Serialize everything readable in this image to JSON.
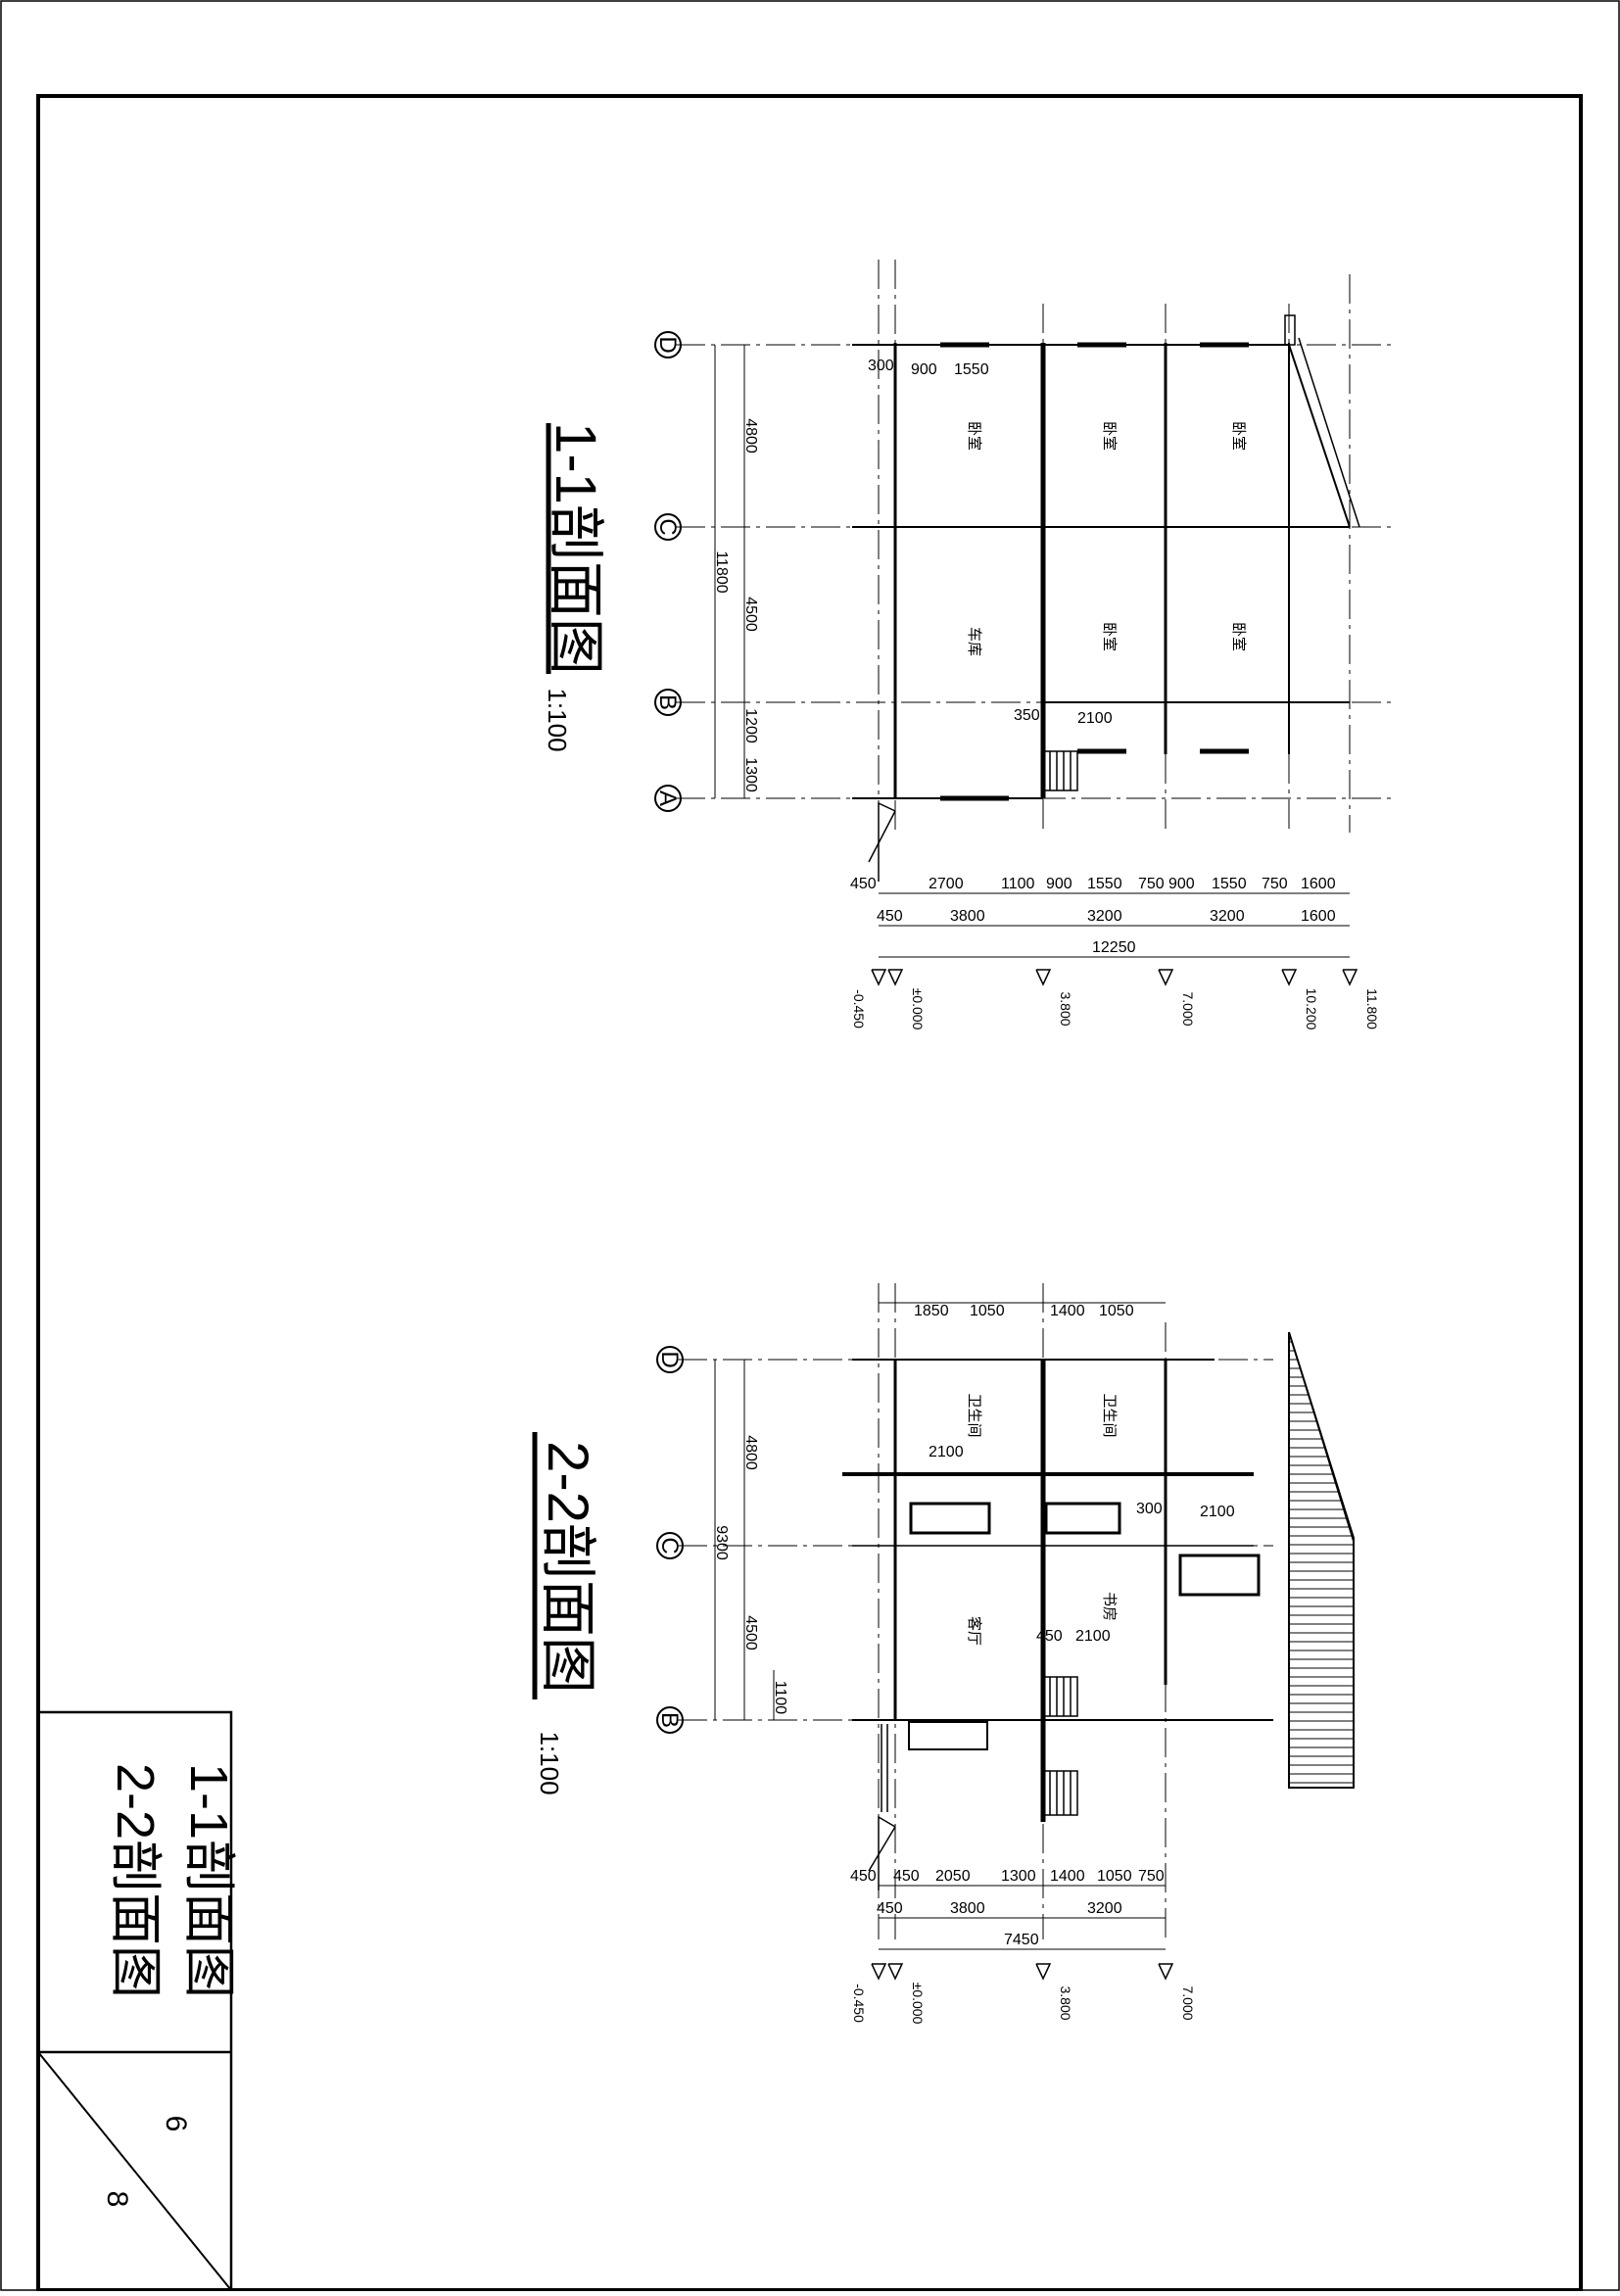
{
  "section1": {
    "title": "1-1剖面图",
    "scale": "1:100",
    "axes": [
      "D",
      "C",
      "B",
      "A"
    ],
    "overall_span": "11800",
    "span_dims": [
      "4800",
      "4500",
      "1200",
      "1300"
    ],
    "detail_dims": {
      "d300": "300",
      "d900": "900",
      "d1550": "1550",
      "d350": "350",
      "d2100": "2100"
    },
    "height_row1": [
      "450",
      "2700",
      "1100",
      "900",
      "1550",
      "750",
      "900",
      "1550",
      "750",
      "1600"
    ],
    "height_row2": [
      "450",
      "3800",
      "3200",
      "3200",
      "1600"
    ],
    "total_height": "12250",
    "elevations": [
      "-0.450",
      "±0.000",
      "3.800",
      "7.000",
      "10.200",
      "11.800"
    ],
    "rooms": [
      "卧室",
      "卧室",
      "卧室",
      "车库",
      "卧室",
      "卧室"
    ]
  },
  "section2": {
    "title": "2-2剖面图",
    "scale": "1:100",
    "axes": [
      "D",
      "C",
      "B"
    ],
    "overall_span": "9300",
    "span_dims": [
      "4800",
      "4500",
      "1100"
    ],
    "top_dims": [
      "1850",
      "1050",
      "1400",
      "1050"
    ],
    "detail_dims": {
      "d2100a": "2100",
      "d300": "300",
      "d2100b": "2100",
      "d450": "450",
      "d2100c": "2100"
    },
    "height_row1": [
      "450",
      "450",
      "2050",
      "1300",
      "1400",
      "1050",
      "750"
    ],
    "height_row2": [
      "450",
      "3800",
      "3200"
    ],
    "total_height": "7450",
    "elevations": [
      "-0.450",
      "±0.000",
      "3.800",
      "7.000"
    ],
    "rooms": [
      "卫生间",
      "卫生间",
      "客厅",
      "书房"
    ]
  },
  "title_block": {
    "name_line1": "1-1剖面图",
    "name_line2": "2-2剖面图",
    "sheet_no": "6",
    "sheet_total": "8"
  }
}
